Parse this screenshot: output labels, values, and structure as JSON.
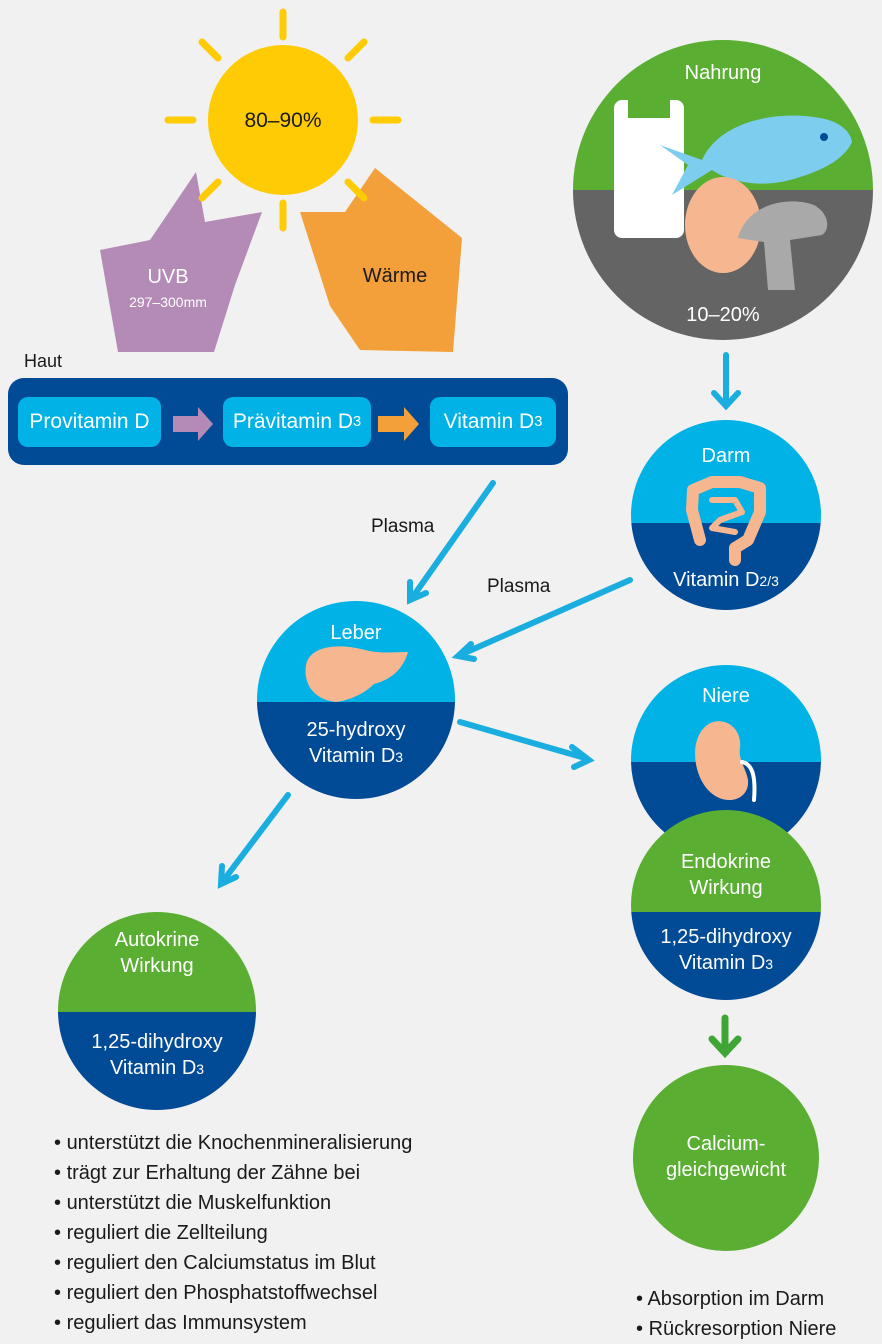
{
  "sun": {
    "percent": "80–90%"
  },
  "uvb": {
    "label": "UVB",
    "range": "297–300mm"
  },
  "heat": {
    "label": "Wärme"
  },
  "food": {
    "label": "Nahrung",
    "percent": "10–20%"
  },
  "skin": {
    "label": "Haut",
    "steps": [
      {
        "text": "Provitamin D",
        "sub": ""
      },
      {
        "text": "Prävitamin D",
        "sub": "3"
      },
      {
        "text": "Vitamin D",
        "sub": "3"
      }
    ]
  },
  "plasma_labels": [
    "Plasma",
    "Plasma"
  ],
  "intestine": {
    "title": "Darm",
    "text": "Vitamin D",
    "sub": "2/3"
  },
  "liver": {
    "title": "Leber",
    "line1": "25-hydroxy",
    "line2": "Vitamin D",
    "sub": "3"
  },
  "kidney": {
    "title": "Niere"
  },
  "endocrine": {
    "title_line1": "Endokrine",
    "title_line2": "Wirkung",
    "line1": "1,25-dihydroxy",
    "line2": "Vitamin D",
    "sub": "3"
  },
  "autocrine": {
    "title_line1": "Autokrine",
    "title_line2": "Wirkung",
    "line1": "1,25-dihydroxy",
    "line2": "Vitamin D",
    "sub": "3"
  },
  "calcium": {
    "line1": "Calcium-",
    "line2": "gleichgewicht"
  },
  "autocrine_effects": [
    "unterstützt die Knochenmineralisierung",
    "trägt zur Erhaltung der Zähne bei",
    "unterstützt die Muskelfunktion",
    "reguliert die Zellteilung",
    "reguliert den Calciumstatus im Blut",
    "reguliert den Phosphatstoffwechsel",
    "reguliert das Immunsystem"
  ],
  "calcium_effects": [
    "Absorption im Darm",
    "Rückresorption Niere"
  ],
  "colors": {
    "background": "#f1f1f1",
    "light_blue": "#00b2e6",
    "dark_blue": "#004a96",
    "green": "#5aae32",
    "sun_yellow": "#ffcb05",
    "uvb_purple": "#b48ab6",
    "heat_orange": "#f3a03a",
    "organ_peach": "#f6b790",
    "arrow_blue": "#1aaee0",
    "arrow_green": "#3fa535"
  }
}
